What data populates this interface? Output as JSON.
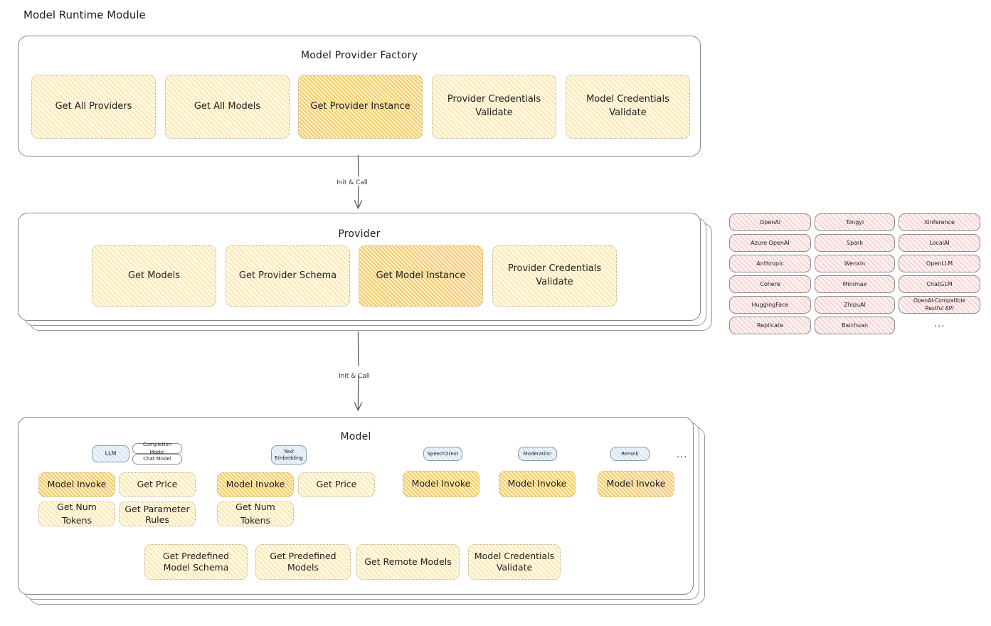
{
  "diagram": {
    "title": "Model Runtime Module"
  },
  "factory": {
    "title": "Model Provider Factory",
    "nodes": [
      {
        "label": "Get All Providers",
        "highlight": false
      },
      {
        "label": "Get All Models",
        "highlight": false
      },
      {
        "label": "Get Provider Instance",
        "highlight": true
      },
      {
        "label": "Provider Credentials Validate",
        "highlight": false
      },
      {
        "label": "Model Credentials Validate",
        "highlight": false
      }
    ]
  },
  "connector_1": {
    "label": "Init & Call"
  },
  "provider": {
    "title": "Provider",
    "nodes": [
      {
        "label": "Get Models",
        "highlight": false
      },
      {
        "label": "Get Provider Schema",
        "highlight": false
      },
      {
        "label": "Get Model Instance",
        "highlight": true
      },
      {
        "label": "Provider Credentials Validate",
        "highlight": false
      }
    ]
  },
  "connector_2": {
    "label": "Init & Call"
  },
  "provider_list": {
    "columns": [
      [
        "OpenAI",
        "Azure OpenAI",
        "Anthropic",
        "Cohere",
        "HuggingFace",
        "Replicate"
      ],
      [
        "Tongyi",
        "Spark",
        "Wenxin",
        "Minimax",
        "ZhipuAI",
        "Baichuan"
      ],
      [
        "Xinference",
        "LocalAI",
        "OpenLLM",
        "ChatGLM",
        "OpenAI-Compatible Restful API"
      ]
    ],
    "more": "..."
  },
  "model": {
    "title": "Model",
    "more": "...",
    "types": [
      {
        "badge": "LLM",
        "sub_badges": [
          "Completion Model",
          "Chat Model"
        ],
        "methods": [
          {
            "label": "Model Invoke",
            "highlight": true
          },
          {
            "label": "Get Price",
            "highlight": false
          },
          {
            "label": "Get Num Tokens",
            "highlight": false
          },
          {
            "label": "Get Parameter Rules",
            "highlight": false
          }
        ]
      },
      {
        "badge": "Text Embedding",
        "sub_badges": [],
        "methods": [
          {
            "label": "Model Invoke",
            "highlight": true
          },
          {
            "label": "Get Price",
            "highlight": false
          },
          {
            "label": "Get Num Tokens",
            "highlight": false
          }
        ]
      },
      {
        "badge": "Speech2text",
        "sub_badges": [],
        "methods": [
          {
            "label": "Model Invoke",
            "highlight": true
          }
        ]
      },
      {
        "badge": "Moderation",
        "sub_badges": [],
        "methods": [
          {
            "label": "Model Invoke",
            "highlight": true
          }
        ]
      },
      {
        "badge": "Rerank",
        "sub_badges": [],
        "methods": [
          {
            "label": "Model Invoke",
            "highlight": true
          }
        ]
      }
    ],
    "common_methods": [
      "Get Predefined Model Schema",
      "Get Predefined Models",
      "Get Remote Models",
      "Model Credentials Validate"
    ]
  },
  "colors": {
    "highlight_fill": "#fdeec4",
    "node_fill": "#fff7e0",
    "provider_chip": "#fdf0ef",
    "type_badge": "#eaf3fb",
    "stroke": "#868686",
    "text": "#1e1e1e"
  }
}
